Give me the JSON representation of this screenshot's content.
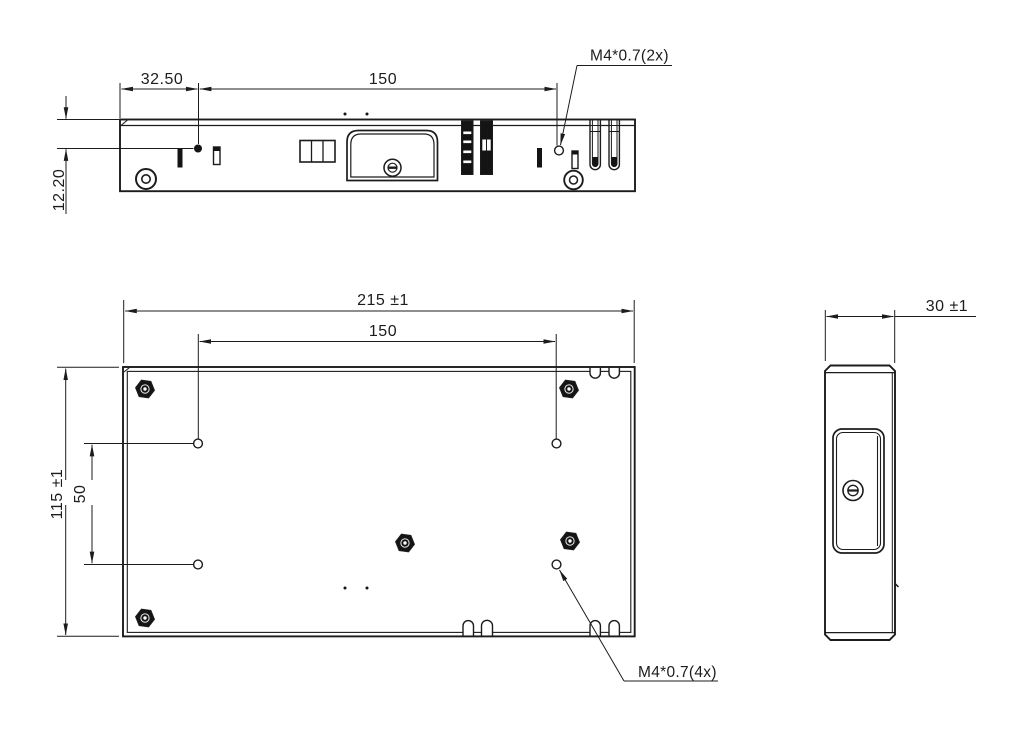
{
  "colors": {
    "line": "#1c1c1c",
    "background": "#ffffff",
    "fill_dark": "#141414"
  },
  "drawing": {
    "dimensions": {
      "top_edge_to_hole": "32.50",
      "top_hole_spacing": "150",
      "top_hole_height": "12.20",
      "top_thread_label": "M4*0.7(2x)",
      "plan_overall_length": "215 ±1",
      "plan_hole_spacing": "150",
      "plan_overall_width": "115 ±1",
      "plan_hole_pitch": "50",
      "plan_thread_label": "M4*0.7(4x)",
      "end_overall_depth": "30 ±1"
    }
  }
}
